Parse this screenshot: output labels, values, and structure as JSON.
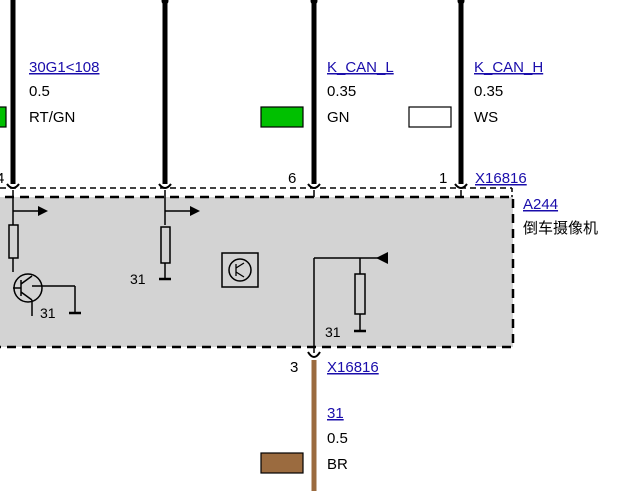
{
  "wires": [
    {
      "ref": "30G1<108",
      "size": "0.5",
      "color_code": "RT/GN",
      "swatch": "#00c000"
    },
    {
      "ref": "K_CAN_L",
      "size": "0.35",
      "color_code": "GN",
      "swatch": "#00c000"
    },
    {
      "ref": "K_CAN_H",
      "size": "0.35",
      "color_code": "WS",
      "swatch": "#ffffff"
    },
    {
      "ref": "31",
      "size": "0.5",
      "color_code": "BR",
      "swatch": "#9b6b3f"
    }
  ],
  "connector_top": {
    "id": "X16816",
    "pins": [
      "4",
      "6",
      "1"
    ]
  },
  "connector_bottom": {
    "id": "X16816",
    "pin": "3"
  },
  "module": {
    "id": "A244",
    "name": "倒车摄像机",
    "fill": "#d3d3d3"
  },
  "ground_labels": [
    "31",
    "31",
    "31"
  ],
  "colors": {
    "brown_wire": "#9b6b3f",
    "link": "#1a0dab"
  }
}
